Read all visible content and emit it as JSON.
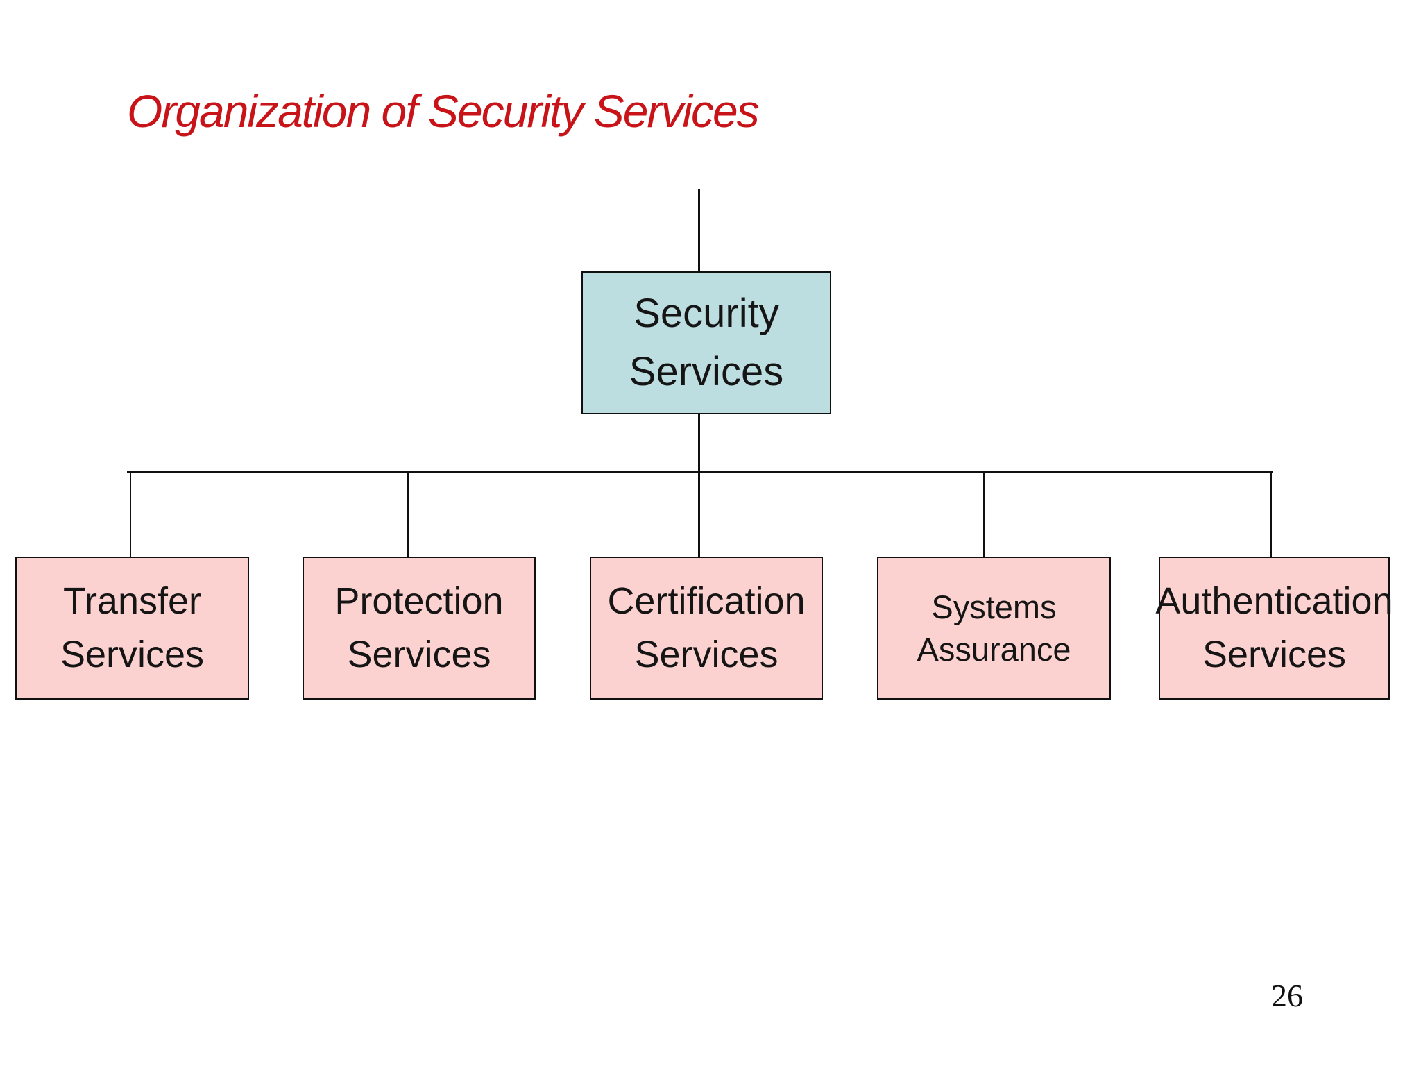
{
  "slide": {
    "title": "Organization of Security Services",
    "page_number": "26",
    "colors": {
      "title_red": "#c81418",
      "root_fill": "#bddee0",
      "child_fill": "#fcd2d0",
      "line_color": "#101010"
    }
  },
  "diagram": {
    "type": "org-chart",
    "root": {
      "line1": "Security",
      "line2": "Services"
    },
    "children": [
      {
        "line1": "Transfer",
        "line2": "Services"
      },
      {
        "line1": "Protection",
        "line2": "Services"
      },
      {
        "line1": "Certification",
        "line2": "Services"
      },
      {
        "line1": "Systems",
        "line2": "Assurance"
      },
      {
        "line1": "Authentication",
        "line2": "Services"
      }
    ]
  }
}
